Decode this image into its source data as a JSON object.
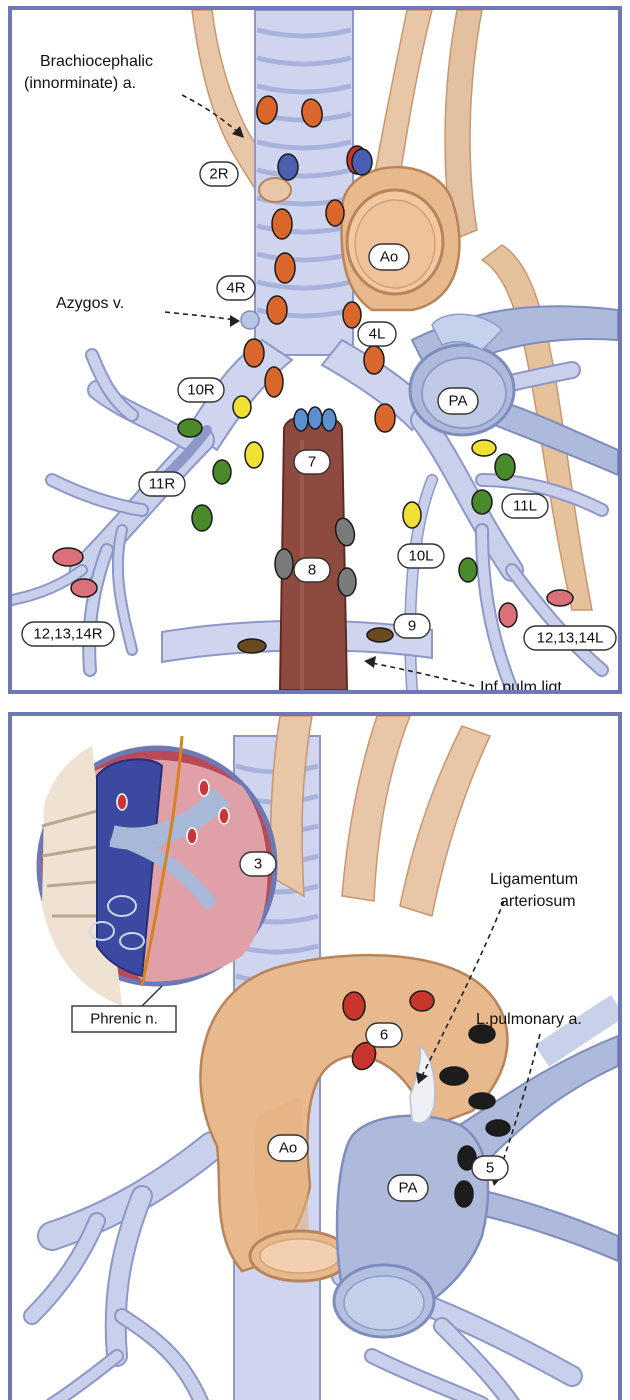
{
  "top_panel": {
    "callouts": {
      "brachiocephalic_line1": "Brachiocephalic",
      "brachiocephalic_line2": "(innorminate) a.",
      "azygos": "Azygos v.",
      "inf_pulm_ligt": "Inf.pulm.ligt."
    },
    "labels": {
      "2R": "2R",
      "Ao": "Ao",
      "4R": "4R",
      "4L": "4L",
      "10R": "10R",
      "PA": "PA",
      "7": "7",
      "11R": "11R",
      "11L": "11L",
      "8": "8",
      "10L": "10L",
      "12_13_14R": "12,13,14R",
      "9": "9",
      "12_13_14L": "12,13,14L"
    }
  },
  "bottom_panel": {
    "callouts": {
      "ligamentum_line1": "Ligamentum",
      "ligamentum_line2": "arteriosum",
      "l_pulmonary": "L.pulmonary a.",
      "phrenic": "Phrenic n."
    },
    "labels": {
      "3": "3",
      "6": "6",
      "Ao": "Ao",
      "5": "5",
      "PA": "PA"
    }
  },
  "colors": {
    "frame": "#6e78b4",
    "airway": "#cfd5ee",
    "aorta": "#e8b98c",
    "esophagus": "#8e4a3e",
    "pulmonary_artery": "#aebadb",
    "node_orange": "#d9662a",
    "node_red": "#c8352b",
    "node_blue": "#4a5fb0",
    "node_lightblue": "#5b8fd0",
    "node_yellow": "#f0e033",
    "node_green": "#4a8a2a",
    "node_gray": "#7a7a7a",
    "node_pink": "#d9707a",
    "node_brown": "#6b4a22",
    "node_black": "#1c1c1c"
  }
}
